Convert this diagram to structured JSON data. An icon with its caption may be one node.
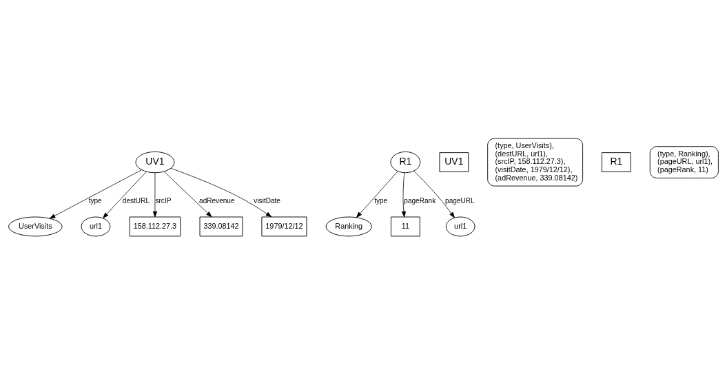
{
  "diagram": {
    "nodes": [
      {
        "text": [
          "UV1"
        ]
      },
      {
        "text": [
          "UserVisits"
        ]
      },
      {
        "text": [
          "url1"
        ]
      },
      {
        "text": [
          "158.112.27.3"
        ]
      },
      {
        "text": [
          "339.08142"
        ]
      },
      {
        "text": [
          "1979/12/12"
        ]
      },
      {
        "text": [
          "R1"
        ]
      },
      {
        "text": [
          "Ranking"
        ]
      },
      {
        "text": [
          "11"
        ]
      },
      {
        "text": [
          "url1"
        ]
      },
      {
        "text": [
          "UV1"
        ]
      },
      {
        "text": [
          "(type, UserVisits),",
          "(destURL, url1),",
          "(srcIP, 158.112.27.3),",
          "(visitDate, 1979/12/12),",
          "(adRevenue, 339.08142)"
        ]
      },
      {
        "text": [
          "R1"
        ]
      },
      {
        "text": [
          "(type, Ranking),",
          "(pageURL, url1),",
          "(pageRank, 11)"
        ]
      }
    ],
    "edges": [
      {
        "from": 0,
        "to": 1,
        "arrow": "to",
        "label": "type"
      },
      {
        "from": 0,
        "to": 2,
        "arrow": "to",
        "label": "destURL"
      },
      {
        "from": 0,
        "to": 3,
        "arrow": "to",
        "label": "srcIP"
      },
      {
        "from": 0,
        "to": 4,
        "arrow": "to",
        "label": "adRevenue"
      },
      {
        "from": 0,
        "to": 5,
        "arrow": "to",
        "label": "visitDate"
      },
      {
        "from": 6,
        "to": 7,
        "arrow": "to",
        "label": "type"
      },
      {
        "from": 6,
        "to": 8,
        "arrow": "to",
        "label": "pageRank"
      },
      {
        "from": 6,
        "to": 9,
        "arrow": "to",
        "label": "pageURL"
      }
    ]
  }
}
